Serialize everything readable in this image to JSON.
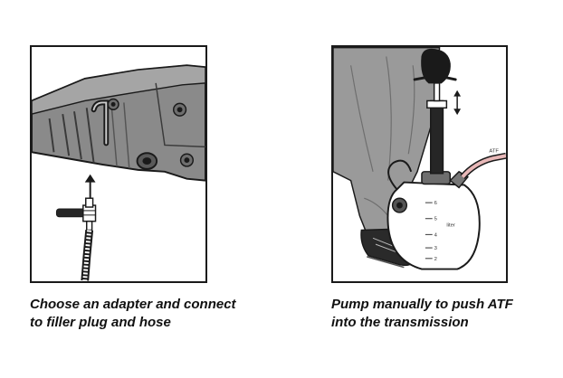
{
  "panels": [
    {
      "caption_lines": [
        "Choose an adapter and connect",
        "to filler plug and hose"
      ]
    },
    {
      "caption_lines": [
        "Pump manually to push ATF",
        "into the transmission"
      ],
      "tube_label": "ATF",
      "scale_marks": [
        "6",
        "5",
        "4",
        "3",
        "2"
      ],
      "unit_label": "liter"
    }
  ],
  "colors": {
    "outline": "#1a1a1a",
    "housing_gray": "#8a8a8a",
    "pants_gray": "#9a9a9a",
    "dark": "#262626",
    "tube_pink": "#e8b8b8"
  }
}
